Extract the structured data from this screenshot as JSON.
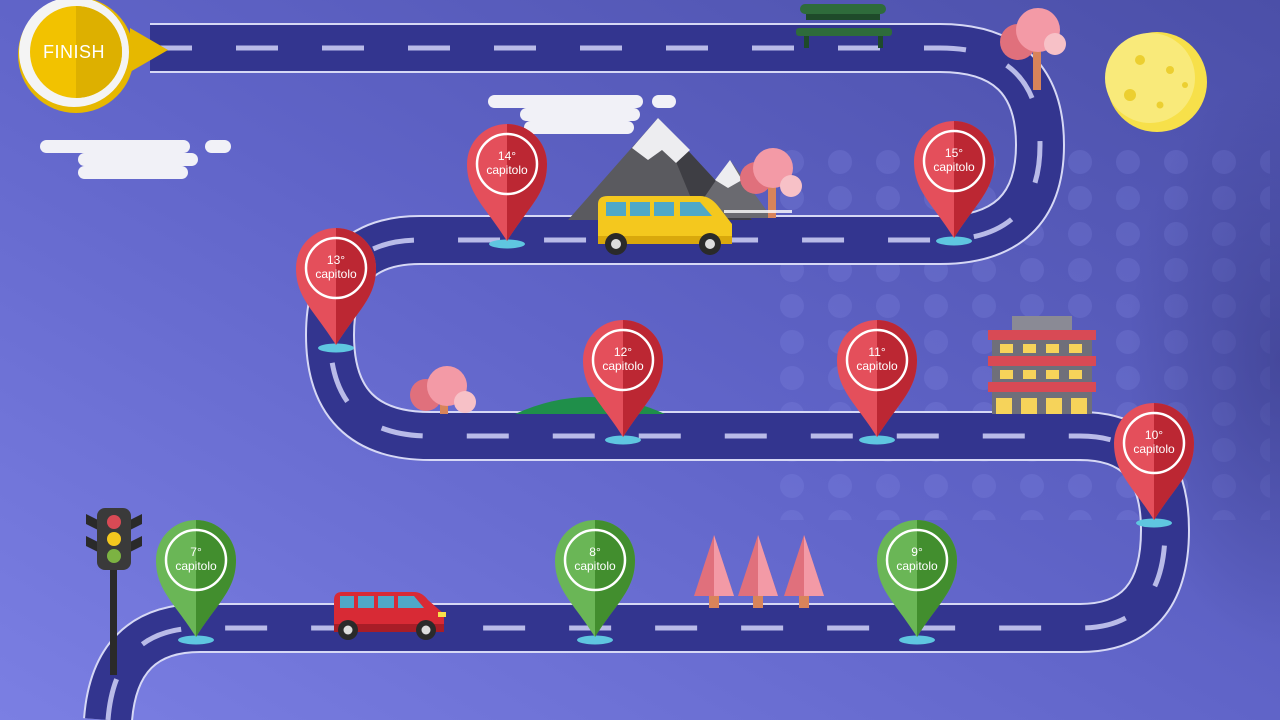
{
  "finish": {
    "label": "FINISH"
  },
  "milestones": [
    {
      "number": "7°",
      "word": "capitolo",
      "status": "done"
    },
    {
      "number": "8°",
      "word": "capitolo",
      "status": "done"
    },
    {
      "number": "9°",
      "word": "capitolo",
      "status": "done"
    },
    {
      "number": "10°",
      "word": "capitolo",
      "status": "pending"
    },
    {
      "number": "11°",
      "word": "capitolo",
      "status": "pending"
    },
    {
      "number": "12°",
      "word": "capitolo",
      "status": "pending"
    },
    {
      "number": "13°",
      "word": "capitolo",
      "status": "pending"
    },
    {
      "number": "14°",
      "word": "capitolo",
      "status": "pending"
    },
    {
      "number": "15°",
      "word": "capitolo",
      "status": "pending"
    }
  ],
  "colors": {
    "road": "#33358f",
    "road_dash": "#b9bbe8",
    "pin_done": "#4e9a3a",
    "pin_pending": "#c8333f",
    "finish_badge": "#e6b800",
    "moon": "#f7e04a"
  },
  "icons": [
    "traffic-light-icon",
    "car-icon",
    "van-icon",
    "tree-icon",
    "mountain-icon",
    "building-icon",
    "moon-icon",
    "cloud-icon",
    "bench-icon"
  ]
}
